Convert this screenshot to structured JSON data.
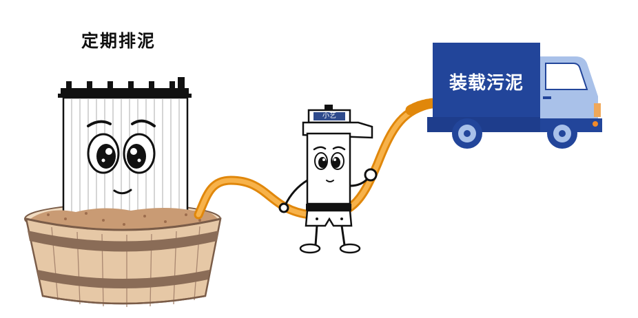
{
  "heading": "定期排泥",
  "robot": {
    "cap_label": "小艺"
  },
  "truck": {
    "cargo_label": "装载污泥"
  },
  "icons": {
    "filter-tank": "filter-tank-character",
    "wooden-tub": "wooden-tub",
    "robot": "robot-mascot",
    "hose": "orange-hose",
    "truck": "delivery-truck"
  },
  "colors": {
    "truck_cargo": "#22459a",
    "truck_cab": "#a9c1e9",
    "hose": "#f39b12",
    "tub_wood": "#e6c8a6",
    "tub_band": "#8a6c57",
    "cap": "#2e4a8c"
  }
}
